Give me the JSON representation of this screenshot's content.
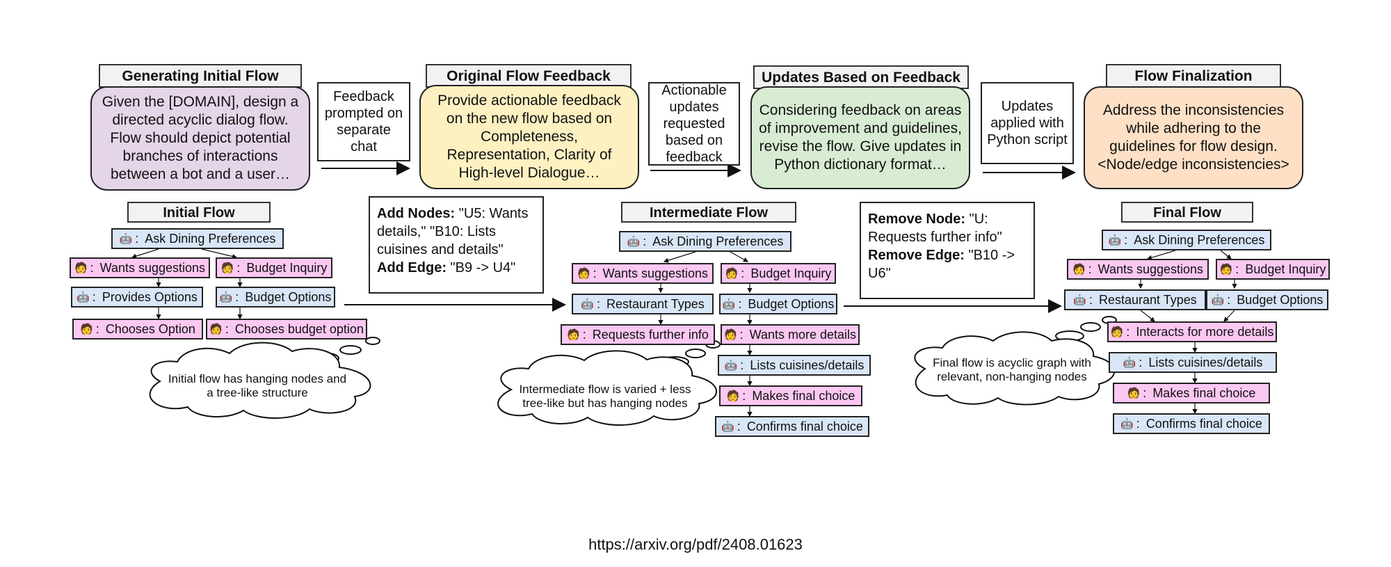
{
  "stages": [
    {
      "id": "s1",
      "title": "Generating Initial Flow",
      "prompt": "Given the [DOMAIN], design a directed acyclic dialog flow. Flow should depict potential branches of interactions between a bot and a user…",
      "color": "#e4d5e8"
    },
    {
      "id": "s2",
      "title": "Original Flow Feedback",
      "prompt": "Provide actionable feedback on the new flow based on Completeness, Representation, Clarity of High-level Dialogue…",
      "color": "#fdf1c2"
    },
    {
      "id": "s3",
      "title": "Updates Based on Feedback",
      "prompt": "Considering feedback on areas of improvement and guidelines, revise the flow. Give updates in Python dictionary format…",
      "color": "#d8ecd3"
    },
    {
      "id": "s4",
      "title": "Flow Finalization",
      "prompt": "Address the inconsistencies while adhering to the guidelines for flow design. <Node/edge inconsistencies>",
      "color": "#fde0c6"
    }
  ],
  "transitions": [
    "Feedback prompted on separate chat",
    "Actionable updates requested based on feedback",
    "Updates applied with Python script"
  ],
  "flows": {
    "initial": {
      "title": "Initial Flow",
      "nodes": [
        "Ask Dining Preferences",
        "Wants suggestions",
        "Budget Inquiry",
        "Provides Options",
        "Budget Options",
        "Chooses Option",
        "Chooses budget option"
      ],
      "caption": "Initial flow has hanging nodes and a tree-like structure"
    },
    "intermediate": {
      "title": "Intermediate Flow",
      "nodes": [
        "Ask Dining Preferences",
        "Wants suggestions",
        "Budget Inquiry",
        "Restaurant Types",
        "Budget Options",
        "Requests further info",
        "Wants more details",
        "Lists cuisines/details",
        "Makes final choice",
        "Confirms final choice"
      ],
      "caption": "Intermediate flow is varied + less tree-like but has hanging nodes"
    },
    "final": {
      "title": "Final Flow",
      "nodes": [
        "Ask Dining Preferences",
        "Wants suggestions",
        "Budget Inquiry",
        "Restaurant Types",
        "Budget Options",
        "Interacts for more details",
        "Lists cuisines/details",
        "Makes final choice",
        "Confirms final choice"
      ],
      "caption": "Final flow is acyclic graph with relevant, non-hanging nodes"
    }
  },
  "edits": {
    "add": {
      "nodes_label": "Add Nodes:",
      "nodes_value": " \"U5: Wants details,\" \"B10: Lists cuisines and details\"",
      "edge_label": "Add Edge:",
      "edge_value": " \"B9 -> U4\""
    },
    "remove": {
      "node_label": "Remove Node:",
      "node_value": " \"U: Requests further info\"",
      "edge_label": "Remove Edge:",
      "edge_value": " \"B10 -> U6\""
    }
  },
  "footer": "https://arxiv.org/pdf/2408.01623",
  "icons": {
    "bot": "robot-icon",
    "user": "user-face-icon"
  },
  "colors": {
    "bot_node": "#d9e6f7",
    "user_node": "#fbc8f2"
  }
}
